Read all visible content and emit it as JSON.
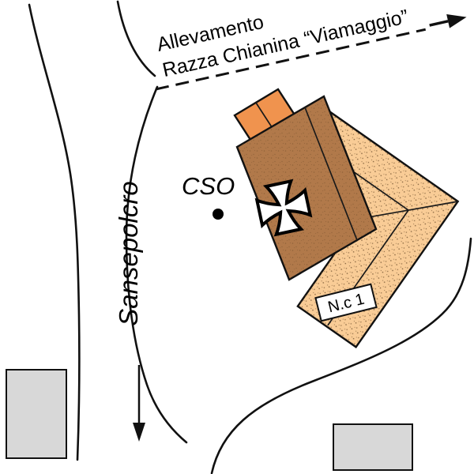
{
  "labels": {
    "farm_line1": "Allevamento",
    "farm_line2": "Razza Chianina “Viamaggio”",
    "road": "Sansepolcro",
    "site": "CSO",
    "building_number": "N.c 1"
  },
  "colors": {
    "main_building": "#b1794a",
    "chapel": "#f0934e",
    "wing": "#f9cc96",
    "gray_building": "#d8d8d8",
    "outline": "#111111",
    "background": "#ffffff",
    "cross_fill": "#ffffff",
    "cross_stroke": "#000000"
  },
  "icons": {
    "cross": "maltese-cross",
    "site_dot": "filled-circle-marker",
    "track_arrow": "arrow-up-right",
    "road_arrow": "arrow-down"
  }
}
